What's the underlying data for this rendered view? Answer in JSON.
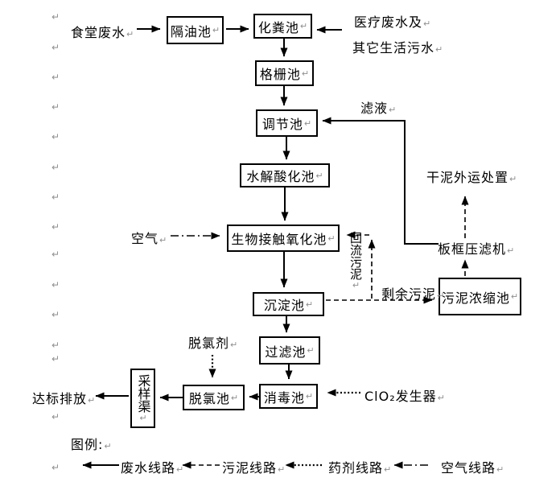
{
  "marks": {
    "pilcrow": "↵"
  },
  "colors": {
    "line": "#000000",
    "pilcrow": "#8f8f8f",
    "background": "#ffffff"
  },
  "flow": {
    "boxes": {
      "oil_separator": "隔油池",
      "septic": "化粪池",
      "screen": "格栅池",
      "equalization": "调节池",
      "hydrolysis": "水解酸化池",
      "bio_oxidation": "生物接触氧化池",
      "sedimentation": "沉淀池",
      "filter": "过滤池",
      "disinfection": "消毒池",
      "dechlorination": "脱氯池",
      "sampling": "采样渠",
      "sludge_thickener": "污泥浓缩池"
    },
    "labels": {
      "canteen": "食堂废水",
      "medical_line1": "医疗废水及",
      "medical_line2": "其它生活污水",
      "filtrate": "滤液",
      "dry_sludge": "干泥外运处置",
      "filter_press": "板框压滤机",
      "air": "空气",
      "return_sludge": "回流污泥",
      "excess_sludge": "剩余污泥",
      "dechlor_agent": "脱氯剂",
      "clo2_generator": "ClO₂发生器",
      "discharge": "达标排放",
      "legend_title": "图例:"
    },
    "legend": {
      "wastewater": "废水线路",
      "sludge": "污泥线路",
      "chemical": "药剂线路",
      "air": "空气线路"
    }
  }
}
